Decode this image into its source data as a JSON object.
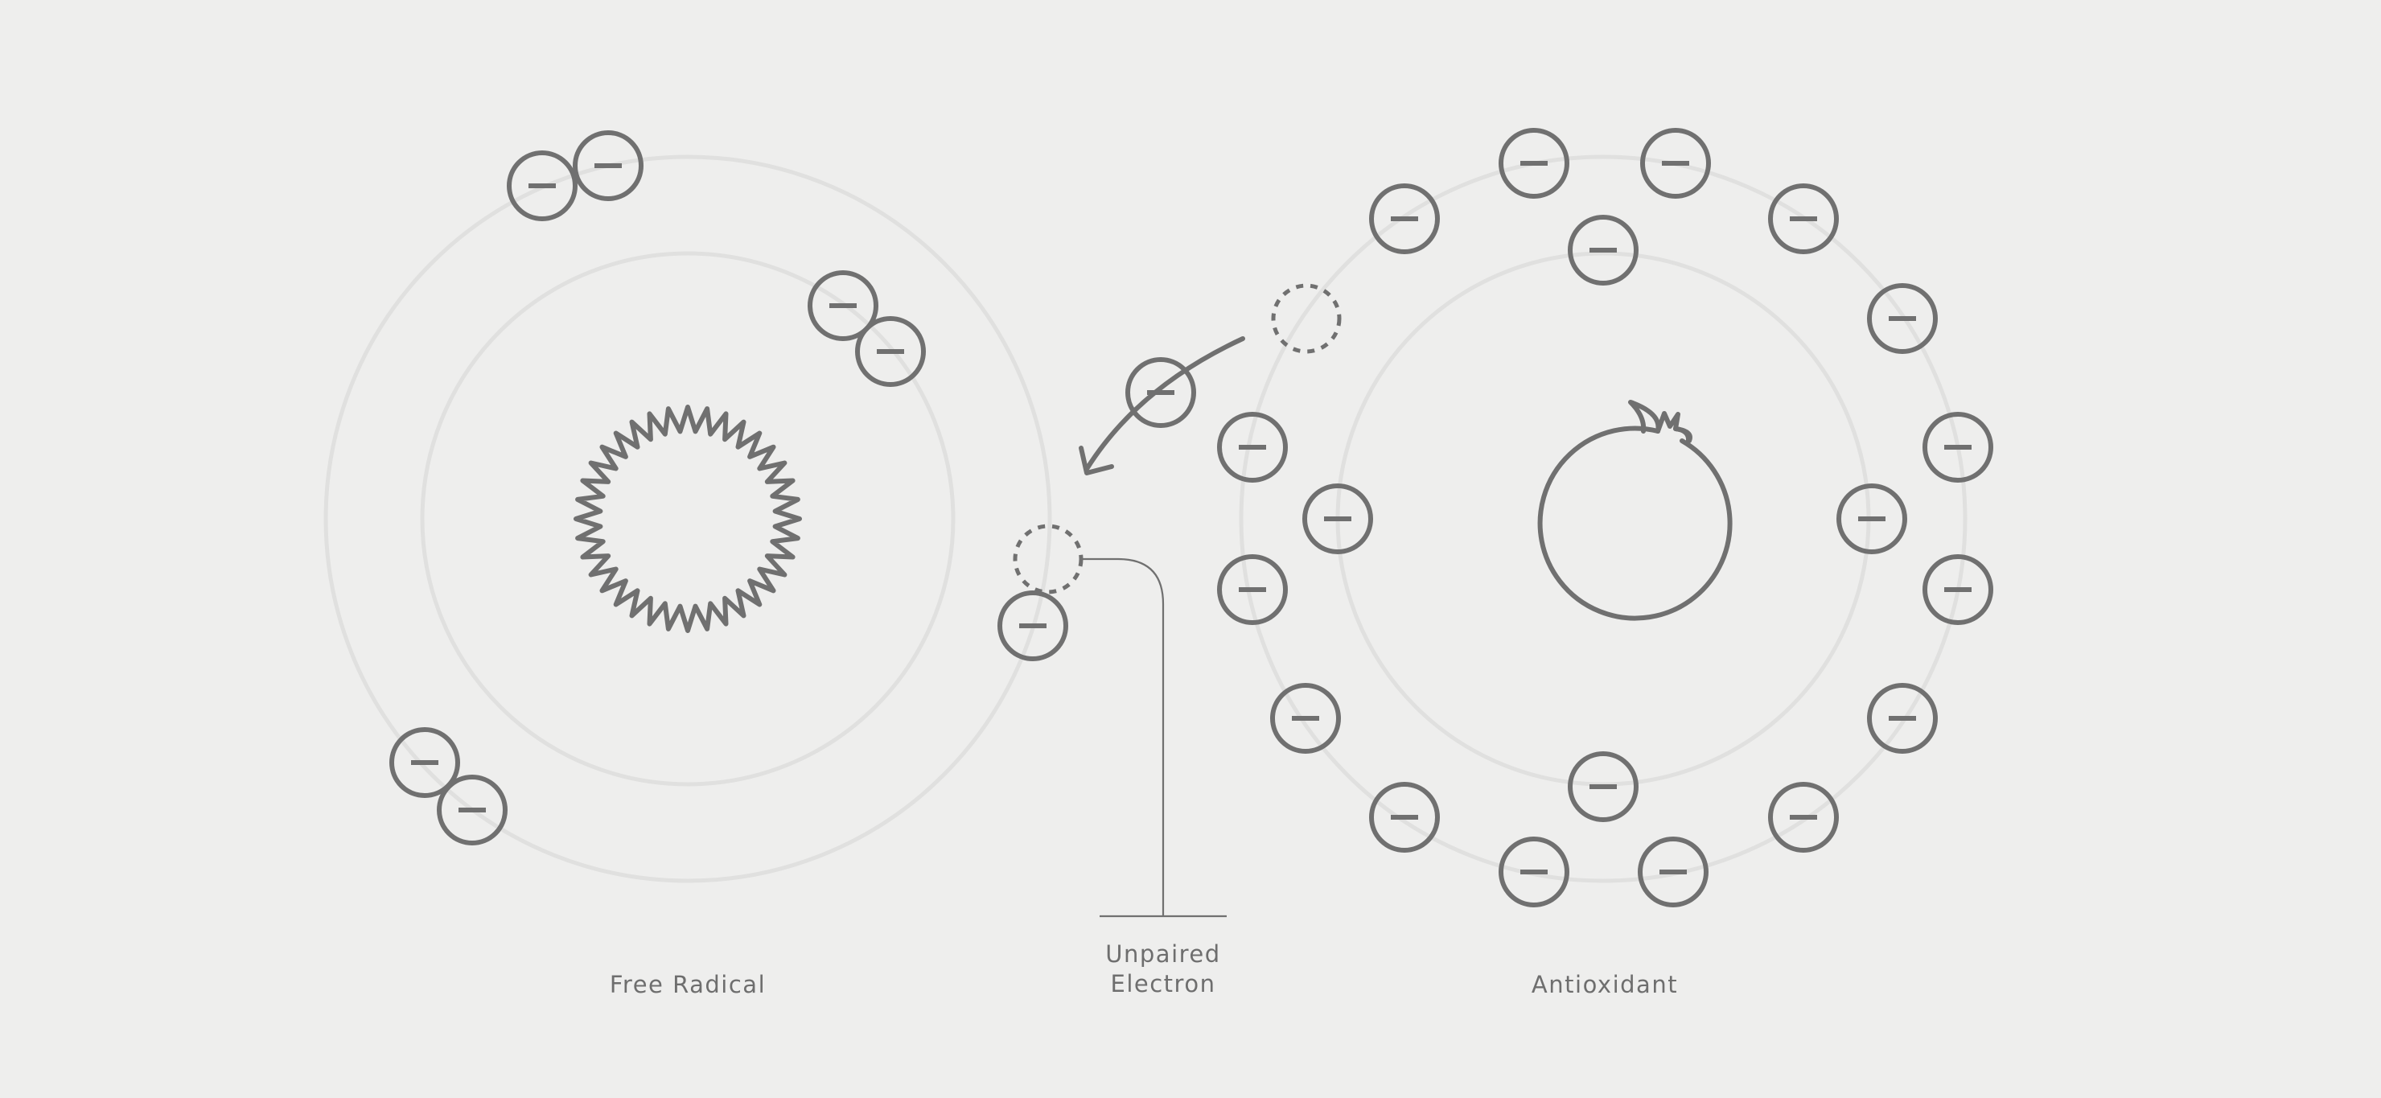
{
  "labels": {
    "free_radical": "Free Radical",
    "unpaired_electron_line1": "Unpaired",
    "unpaired_electron_line2": "Electron",
    "antioxidant": "Antioxidant"
  },
  "icons": {
    "free_radical_nucleus": "starburst-icon",
    "antioxidant_nucleus": "fruit-icon",
    "electron": "minus-circle-icon",
    "transfer_arrow": "curved-arrow-icon"
  },
  "colors": {
    "background": "#eeeeed",
    "stroke": "#707070",
    "orbit": "#e0e0df",
    "text": "#6e6e6e"
  }
}
